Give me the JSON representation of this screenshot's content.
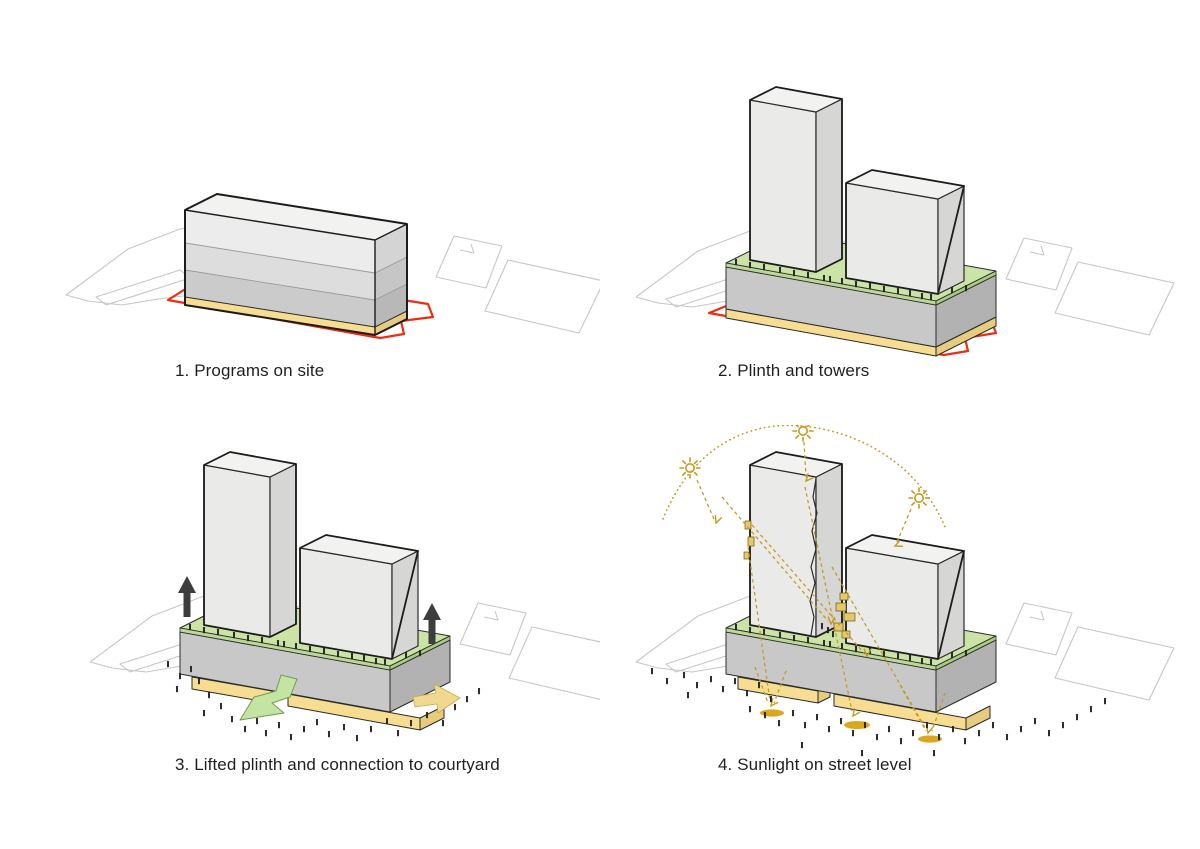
{
  "document_title": "Architectural concept diagram — plinth and towers massing steps",
  "panels": [
    {
      "number": "1",
      "caption": "1. Programs on site"
    },
    {
      "number": "2",
      "caption": "2. Plinth and towers"
    },
    {
      "number": "3",
      "caption": "3. Lifted plinth and connection to courtyard"
    },
    {
      "number": "4",
      "caption": "4. Sunlight on street level"
    }
  ],
  "icons": {
    "sun": "sun-icon",
    "up_arrow": "up-arrow-icon",
    "person": "person-figure-icon",
    "green_arrow": "courtyard-connection-arrow",
    "yellow_arrow": "street-connection-arrow"
  },
  "colors": {
    "background": "#ffffff",
    "outline": "#1c1c1c",
    "context_line": "#c7c7c7",
    "tower_top": "#f2f2f1",
    "tower_front": "#eaeae9",
    "tower_side": "#d6d6d4",
    "box_band1": "#ececec",
    "box_band2": "#dddddd",
    "box_band3": "#cbcbcb",
    "box_side1": "#d4d4d4",
    "box_side2": "#c6c6c6",
    "box_side3": "#b8b8b8",
    "plinth_front": "#c8c8c8",
    "plinth_side": "#b2b2b2",
    "deck_green": "#cbe3a6",
    "deck_green_edge": "#bcd896",
    "deck_green_side": "#a8cc80",
    "base_yellow": "#f6dd92",
    "base_yellow_side": "#e7cb7e",
    "site_red": "#ee2c10",
    "sun_gold": "#c49a1f",
    "gold_fill": "#e8c766",
    "pool_gold": "#d9a820",
    "people": "#222222",
    "lift_arrow": "#3d3d3d",
    "green_arrow": "#c4e4a1",
    "green_arrow_edge": "#6f9b50",
    "yellow_arrow": "#f0d88e"
  }
}
